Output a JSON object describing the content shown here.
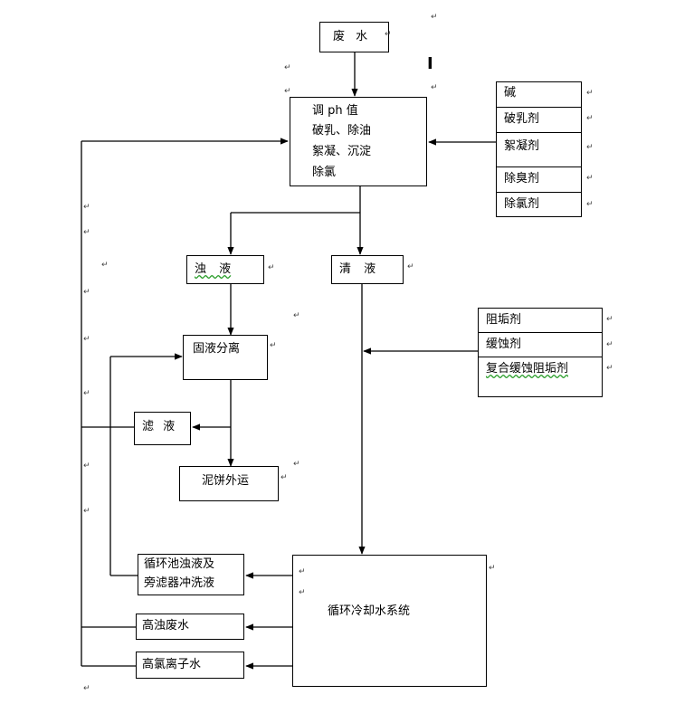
{
  "nodes": {
    "wastewater": "废 水",
    "treatment": [
      "调 ph 值",
      "破乳、除油",
      "絮凝、沉淀",
      "除氯"
    ],
    "chemicals_1": [
      "碱",
      "破乳剂",
      "絮凝剂",
      "除臭剂",
      "除氯剂"
    ],
    "turbid": "浊 液",
    "clear": "清 液",
    "chemicals_2": [
      "阻垢剂",
      "缓蚀剂",
      "复合缓蚀阻垢剂"
    ],
    "separation": "固液分离",
    "filtrate": "滤 液",
    "sludge": "泥饼外运",
    "circ_turbid": [
      "循环池浊液及",
      "旁滤器冲洗液"
    ],
    "high_turbid": "高浊废水",
    "high_chloride": "高氯离子水",
    "cooling": "循环冷却水系统"
  },
  "marks": {
    "paragraph": "↵",
    "cursor": "I"
  }
}
